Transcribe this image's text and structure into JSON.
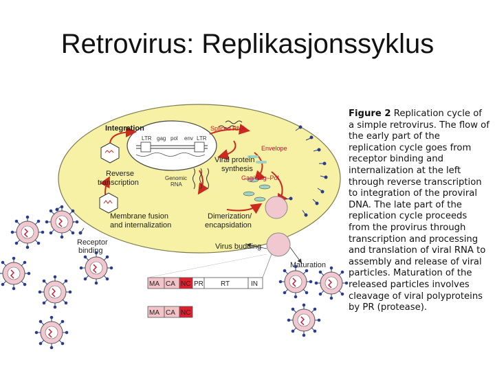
{
  "slide": {
    "title": "Retrovirus: Replikasjonssyklus"
  },
  "caption": {
    "figure_label": "Figure 2",
    "text": "Replication cycle of a simple retrovirus. The flow of the early part of the replication cycle goes from receptor binding and internalization at the left through reverse transcription to integration of the proviral DNA. The late part of the replication cycle proceeds from the provirus through transcription and processing and translation of viral RNA to assembly and release of viral particles. Maturation of the released particles involves cleavage of viral polyproteins by PR (protease)."
  },
  "diagram": {
    "labels": {
      "integration": "Integration",
      "spliced_rna": "Spliced RNA",
      "envelope": "Envelope",
      "reverse": "Reverse",
      "transcription": "transcription",
      "viral_protein": "Viral protein",
      "synthesis": "synthesis",
      "genomic": "Genomic",
      "rna": "RNA",
      "gag_pol": "Gag/Gag–Pol",
      "membrane_fusion": "Membrane fusion",
      "internalization": "and internalization",
      "dimerization": "Dimerization/",
      "encapsidation": "encapsidation",
      "receptor": "Receptor",
      "binding": "binding",
      "virus_budding": "Virus budding",
      "maturation": "Maturation"
    },
    "genome": {
      "ltr_left": "LTR",
      "gag": "gag",
      "pol": "pol",
      "env": "env",
      "ltr_right": "LTR"
    },
    "polyprotein_full": [
      "MA",
      "CA",
      "NC",
      "PR",
      "RT",
      "IN"
    ],
    "polyprotein_short": [
      "MA",
      "CA",
      "NC"
    ],
    "colors": {
      "cell": "#f6f1a4",
      "arrow": "#cc2a1e",
      "virion": "#f2c8d0",
      "nc": "#e01e2e",
      "ma_ca": "#f4c3c8"
    }
  }
}
